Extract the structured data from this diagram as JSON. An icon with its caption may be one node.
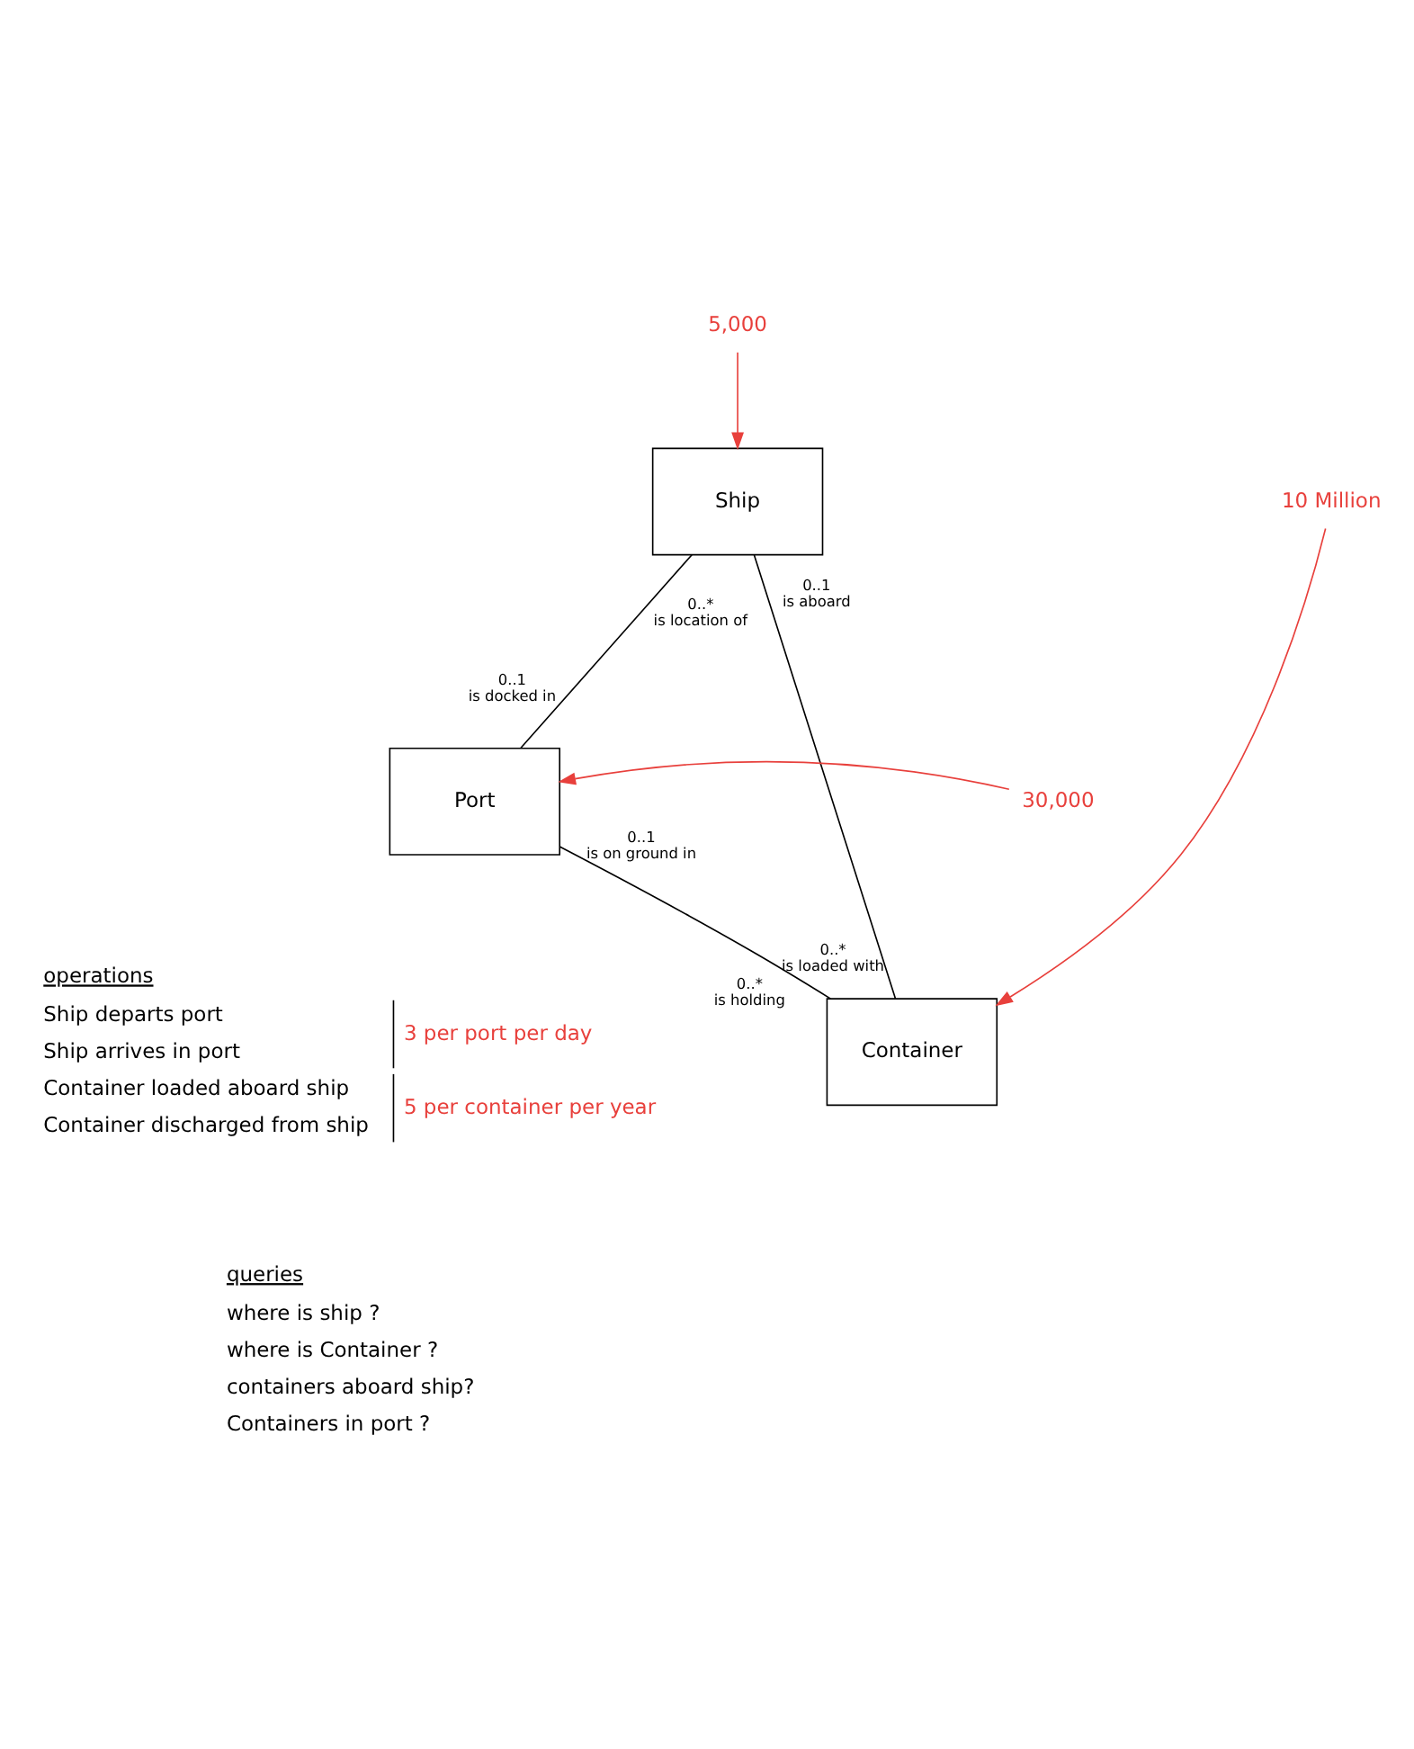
{
  "diagram": {
    "nodes": [
      {
        "text": [
          "Ship"
        ]
      },
      {
        "text": [
          "Container"
        ]
      },
      {
        "text": [
          "Port"
        ]
      },
      {
        "text": [
          "5,000"
        ]
      },
      {
        "text": [
          "10 Million"
        ]
      },
      {
        "text": [
          "30,000"
        ]
      }
    ],
    "edges": [
      {
        "from": 0,
        "to": 1,
        "arrow": "none"
      },
      {
        "from": 0,
        "to": 2,
        "arrow": "none"
      },
      {
        "from": 2,
        "to": 1,
        "arrow": "none"
      },
      {
        "from": 3,
        "to": 0,
        "arrow": "to",
        "color": "#e8403c"
      },
      {
        "from": 4,
        "to": 1,
        "arrow": "to",
        "color": "#e8403c"
      },
      {
        "from": 5,
        "to": 2,
        "arrow": "to",
        "color": "#e8403c"
      }
    ],
    "labels": [
      "0..1",
      "is aboard",
      "0..*",
      "is loaded with",
      "0..*",
      "is location of",
      "0..1",
      "is docked in",
      "0..*",
      "is holding",
      "0..1",
      "is on ground in",
      "operations",
      "Ship departs port",
      "Ship arrives in port",
      "3 per port per day",
      "Container loaded aboard ship",
      "Container discharged from ship",
      "5 per container per year",
      "queries",
      "where is ship ?",
      "where is Container ?",
      "containers aboard ship?",
      "Containers in port ?"
    ]
  }
}
